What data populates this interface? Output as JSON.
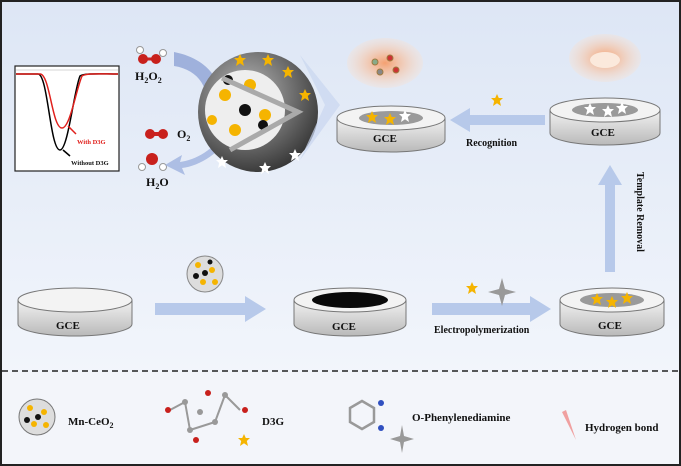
{
  "labels": {
    "gce": "GCE",
    "electropolymerization": "Electropolymerization",
    "recognition": "Recognition",
    "template_removal": "Template Removal",
    "h2o2_main": "H",
    "h2o2_sub1": "2",
    "h2o2_mid": "O",
    "h2o2_sub2": "2",
    "o2_main": "O",
    "o2_sub": "2",
    "h2o_main": "H",
    "h2o_sub": "2",
    "h2o_end": "O"
  },
  "inset_plot": {
    "with_label": "With D3G",
    "without_label": "Without D3G",
    "with_color": "#e0201c",
    "without_color": "#000000"
  },
  "legend": {
    "items": [
      {
        "label": "Mn-CeO",
        "sub": "2"
      },
      {
        "label": "D3G"
      },
      {
        "label": "O-Phenylenediamine"
      },
      {
        "label": "Hydrogen bond"
      }
    ]
  },
  "colors": {
    "arrow": "#b7c9ea",
    "star": "#f5b400",
    "halo": "#f6b48a"
  }
}
